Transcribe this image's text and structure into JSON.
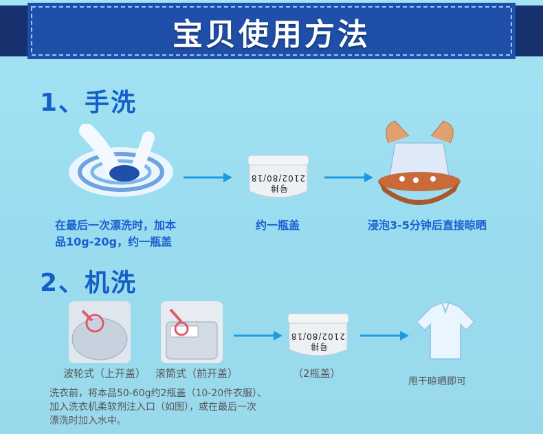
{
  "banner": {
    "title": "宝贝使用方法"
  },
  "handwash": {
    "title": "1、手洗",
    "step1_caption_line1": "在最后一次漂洗时，加本",
    "step1_caption_line2": "品10g-20g，约一瓶盖",
    "step2_caption": "约一瓶盖",
    "step3_caption": "浸泡3-5分钟后直接晾晒",
    "jar_label": "号排 2102/80/18"
  },
  "machinewash": {
    "title": "2、机洗",
    "top_loader_caption": "波轮式（上开盖）",
    "front_loader_caption": "滚筒式（前开盖）",
    "cap_caption": "（2瓶盖）",
    "dry_caption": "甩干晾晒即可",
    "jar_label": "号排 2102/80/18",
    "note_line1": "洗衣前，将本品50-60g约2瓶盖（10-20件衣服）、",
    "note_line2": "加入洗衣机柔软剂注入口（如图），或在最后一次",
    "note_line3": "漂洗时加入水中。"
  },
  "colors": {
    "accent": "#1260c8",
    "banner": "#1a3f8c",
    "arrow": "#1e9be0"
  }
}
